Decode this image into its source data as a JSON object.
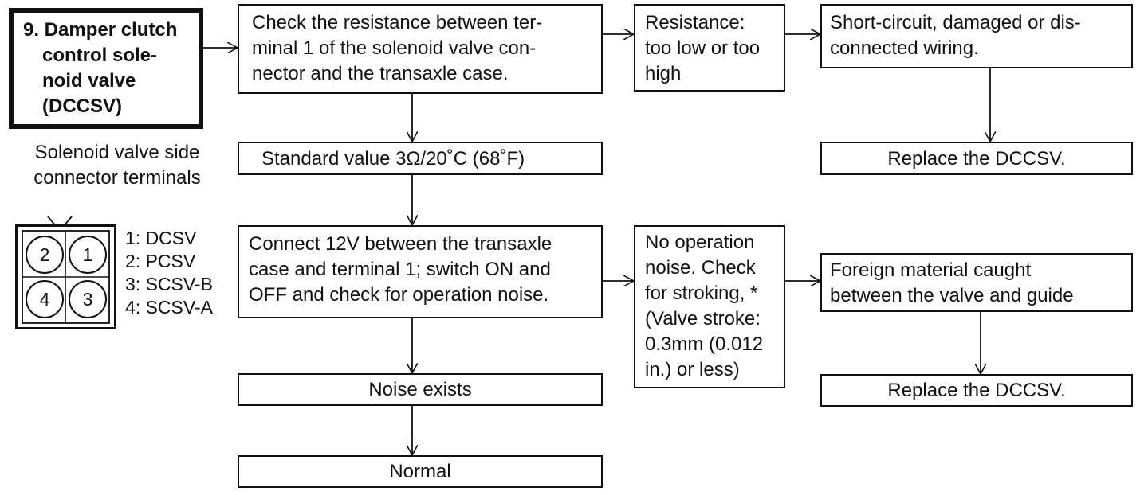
{
  "start": {
    "lines": [
      "9. Damper clutch",
      "control sole-",
      "noid valve",
      "(DCCSV)"
    ]
  },
  "check_resistance": {
    "lines": [
      "Check the resistance between ter-",
      "minal 1 of the solenoid valve con-",
      "nector and the transaxle case."
    ]
  },
  "resistance_bad": {
    "lines": [
      "Resistance:",
      "too low or too",
      "high"
    ]
  },
  "wiring_fault": {
    "lines": [
      "Short-circuit, damaged or dis-",
      "connected wiring."
    ]
  },
  "replace_1": {
    "text": "Replace the DCCSV."
  },
  "standard_value": {
    "text": "Standard value 3Ω/20˚C (68˚F)"
  },
  "connector_caption": {
    "lines": [
      "Solenoid valve side",
      "connector terminals"
    ]
  },
  "connector": {
    "pins": [
      "2",
      "1",
      "4",
      "3"
    ],
    "legend": [
      "1: DCSV",
      "2: PCSV",
      "3: SCSV-B",
      "4: SCSV-A"
    ]
  },
  "connect_12v": {
    "lines": [
      "Connect 12V between the transaxle",
      "case and terminal 1; switch ON and",
      "OFF and check for operation noise."
    ]
  },
  "no_noise": {
    "lines": [
      "No operation",
      "noise. Check",
      "for stroking, *",
      "(Valve stroke:",
      "0.3mm (0.012",
      "in.) or less)"
    ]
  },
  "foreign_material": {
    "lines": [
      "Foreign material caught",
      "between the valve and guide"
    ]
  },
  "replace_2": {
    "text": "Replace the DCCSV."
  },
  "noise_exists": {
    "text": "Noise exists"
  },
  "normal": {
    "text": "Normal"
  }
}
